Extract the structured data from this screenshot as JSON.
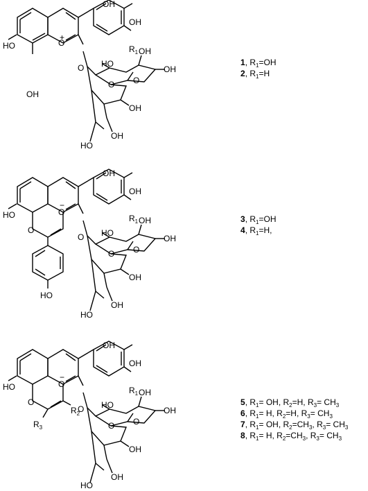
{
  "colors": {
    "ink": "#000000",
    "background": "#ffffff"
  },
  "structures": [
    {
      "atoms": {
        "ho_left": "HO",
        "oplus": "O",
        "plus": "+",
        "oh_bottom": "OH",
        "oh_top1": "OH",
        "oh_top2": "OH",
        "r1": "R",
        "r1_sub": "1",
        "o_link": "O",
        "sugar1_oh_top": "OH",
        "sugar1_oh_right": "OH",
        "sugar1_ho": "HO",
        "sugar1_o": "O",
        "sugar2_o": "O",
        "sugar2_oh1": "OH",
        "sugar2_ho": "HO",
        "sugar2_oh2": "OH"
      },
      "labels": [
        {
          "num": "1",
          "rest": ", R",
          "sub": "1",
          "tail": "=OH"
        },
        {
          "num": "2",
          "rest": ", R",
          "sub": "1",
          "tail": "=H"
        }
      ]
    },
    {
      "atoms": {
        "ho_left": "HO",
        "ominus": "O",
        "minus": "−",
        "o_ring": "O",
        "ho_bottom": "HO",
        "oh_top1": "OH",
        "oh_top2": "OH",
        "r1": "R",
        "r1_sub": "1",
        "o_link": "O",
        "sugar1_oh_top": "OH",
        "sugar1_oh_right": "OH",
        "sugar1_ho": "HO",
        "sugar1_o": "O",
        "sugar2_o": "O",
        "sugar2_oh1": "OH",
        "sugar2_ho": "HO",
        "sugar2_oh2": "OH"
      },
      "labels": [
        {
          "num": "3",
          "rest": ", R",
          "sub": "1",
          "tail": "=OH"
        },
        {
          "num": "4",
          "rest": ", R",
          "sub": "1",
          "tail": "=H,"
        }
      ]
    },
    {
      "atoms": {
        "ho_left": "HO",
        "ominus": "O",
        "minus": "−",
        "o_ring": "O",
        "r2": "R",
        "r2_sub": "2",
        "r3": "R",
        "r3_sub": "3",
        "oh_top1": "OH",
        "oh_top2": "OH",
        "r1": "R",
        "r1_sub": "1",
        "o_link": "O",
        "sugar1_oh_top": "OH",
        "sugar1_oh_right": "OH",
        "sugar1_ho": "HO",
        "sugar1_o": "O",
        "sugar2_o": "O",
        "sugar2_oh1": "OH",
        "sugar2_ho": "HO",
        "sugar2_oh2": "OH"
      },
      "labels": [
        {
          "num": "5",
          "text": ", R1= OH, R2=H, R3= CH3",
          "parts": [
            ", R",
            "1",
            "= OH, R",
            "2",
            "=H, R",
            "3",
            "= CH",
            "3"
          ]
        },
        {
          "num": "6",
          "parts": [
            ", R",
            "1",
            "= H, R",
            "2",
            "=H, R",
            "3",
            "= CH",
            "3"
          ]
        },
        {
          "num": "7",
          "parts": [
            ", R",
            "1",
            "= OH, R",
            "2",
            "=CH",
            "3",
            ", R",
            "3",
            "= CH",
            "3"
          ]
        },
        {
          "num": "8",
          "parts": [
            ", R",
            "1",
            "= H, R",
            "2",
            "=CH",
            "3",
            ", R",
            "3",
            "= CH",
            "3"
          ]
        }
      ]
    }
  ]
}
